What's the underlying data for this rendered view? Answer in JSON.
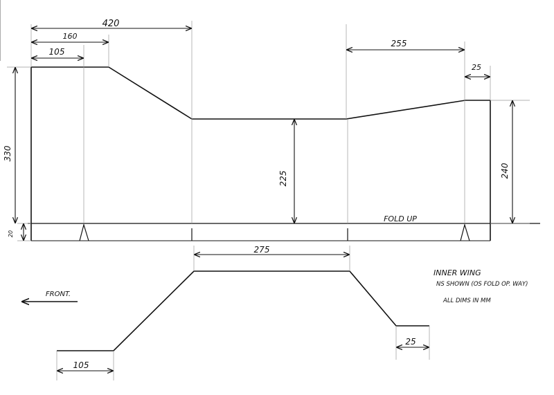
{
  "plan_dims": {
    "d420": "420",
    "d160": "160",
    "d105_top": "105",
    "d255": "255",
    "d25_top": "25",
    "d330": "330",
    "d20": "20",
    "d225": "225",
    "d240": "240"
  },
  "fold_label": "FOLD UP",
  "profile_dims": {
    "d275": "275",
    "d105_bottom": "105",
    "d25_bottom": "25"
  },
  "notes": {
    "front": "FRONT.",
    "line1": "INNER WING",
    "line2": "NS SHOWN (OS FOLD OP. WAY)",
    "line3": "ALL DIMS IN MM"
  }
}
